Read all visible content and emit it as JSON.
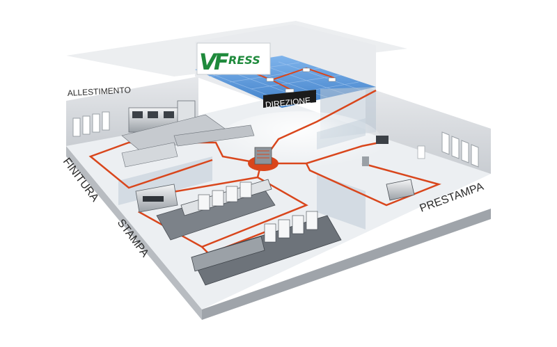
{
  "logo": {
    "text_v": "V",
    "text_f": "F",
    "text_press": "RESS",
    "color": "#1f8a3c"
  },
  "zones": {
    "allestimento": "ALLESTIMENTO",
    "direzione": "DIREZIONE",
    "finitura": "FINITURA",
    "stampa": "STAMPA",
    "prestampa": "PRESTAMPA"
  },
  "colors": {
    "network_line": "#d9461c",
    "floor": "#eceff2",
    "wall": "#d4d7db",
    "office_floor": "#4f8fd6",
    "glass": "#b9c7d4",
    "label_bg": "#1b1b1b"
  }
}
